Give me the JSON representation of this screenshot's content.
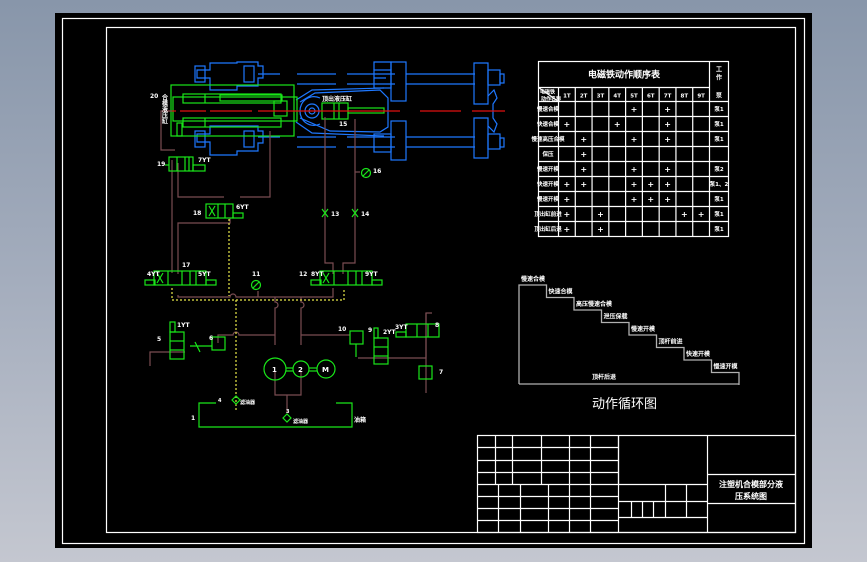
{
  "drawing": {
    "title_block_title_line1": "注塑机合模部分液",
    "title_block_title_line2": "压系统图",
    "cycle_diagram_title": "动作循环图"
  },
  "colors": {
    "background_top": "#8896aa",
    "background_bottom": "#c4c7d0",
    "sheet": "#000000",
    "frame": "#ffffff",
    "hydraulic_symbol": "#19e619",
    "mechanism": "#1e78ff",
    "centerline": "#e01010",
    "pipe": "#7a4c52",
    "control_line": "#e8e84a"
  },
  "solenoid_table": {
    "title": "电磁铁动作顺序表",
    "corner_top": "电磁铁",
    "corner_bottom": "动作名称",
    "columns": [
      "1YT",
      "2YT",
      "3YT",
      "4YT",
      "5YT",
      "6YT",
      "7YT",
      "8YT",
      "9YT"
    ],
    "pump_col_header": "工作泵",
    "rows": [
      {
        "action": "慢速合模",
        "marks": [
          "",
          "",
          "",
          "",
          "+",
          "",
          "+",
          "",
          ""
        ],
        "pump": "泵1"
      },
      {
        "action": "快速合模",
        "marks": [
          "+",
          "",
          "",
          "+",
          "",
          "",
          "+",
          "",
          ""
        ],
        "pump": "泵1"
      },
      {
        "action": "慢速高压合模",
        "marks": [
          "",
          "+",
          "",
          "",
          "+",
          "",
          "+",
          "",
          ""
        ],
        "pump": "泵1"
      },
      {
        "action": "保压",
        "marks": [
          "",
          "+",
          "",
          "",
          "",
          "",
          "",
          "",
          ""
        ],
        "pump": ""
      },
      {
        "action": "慢速开模",
        "marks": [
          "",
          "+",
          "",
          "",
          "+",
          "",
          "+",
          "",
          ""
        ],
        "pump": "泵2"
      },
      {
        "action": "快速开模",
        "marks": [
          "+",
          "+",
          "",
          "",
          "+",
          "+",
          "+",
          "",
          ""
        ],
        "pump": "泵1、2"
      },
      {
        "action": "慢速开模",
        "marks": [
          "+",
          "",
          "",
          "",
          "+",
          "+",
          "+",
          "",
          ""
        ],
        "pump": "泵1"
      },
      {
        "action": "顶出缸前进",
        "marks": [
          "+",
          "",
          "+",
          "",
          "",
          "",
          "",
          "+",
          "+"
        ],
        "pump": "泵1"
      },
      {
        "action": "顶出缸后退",
        "marks": [
          "+",
          "",
          "+",
          "",
          "",
          "",
          "",
          "",
          ""
        ],
        "pump": "泵1"
      }
    ]
  },
  "cycle_steps": [
    {
      "label": "慢速合模"
    },
    {
      "label": "快速合模"
    },
    {
      "label": "高压慢速合模"
    },
    {
      "label": "泄压保载"
    },
    {
      "label": "慢速开模"
    },
    {
      "label": "顶杆前进"
    },
    {
      "label": "快速开模"
    },
    {
      "label": "慢速开模"
    }
  ],
  "cycle_return_label": "顶杆后退",
  "circuit_labels": {
    "cylinder_20": "20",
    "cylinder_20_name": "合模液压缸",
    "ejector_cyl": "顶出液压缸",
    "ejector_num": "15",
    "valve_19": "19",
    "valve_19_sol": "7YT",
    "valve_18": "18",
    "valve_18_sol": "6YT",
    "valve_4": "4YT",
    "valve_17": "17",
    "valve_17_sol": "5YT",
    "gauge_11": "11",
    "valve_12": "12",
    "valve_12_left": "8YT",
    "valve_12_right": "9YT",
    "throttle_13": "13",
    "throttle_14": "14",
    "gauge_16": "16",
    "valve_5": "5",
    "valve_5_sol": "1YT",
    "relief_6": "6",
    "pump_1": "1",
    "pump_2": "2",
    "motor": "M",
    "relief_10": "10",
    "valve_9": "9",
    "valve_9_tag": "2YT",
    "valve_8": "8",
    "valve_8_sol": "3YT",
    "relief_7": "7",
    "filter_left_num": "4",
    "filter_left_name": "滤油器",
    "filter_right_num": "3",
    "filter_right_name": "滤油器",
    "tank_num": "1",
    "tank_name": "油箱"
  }
}
